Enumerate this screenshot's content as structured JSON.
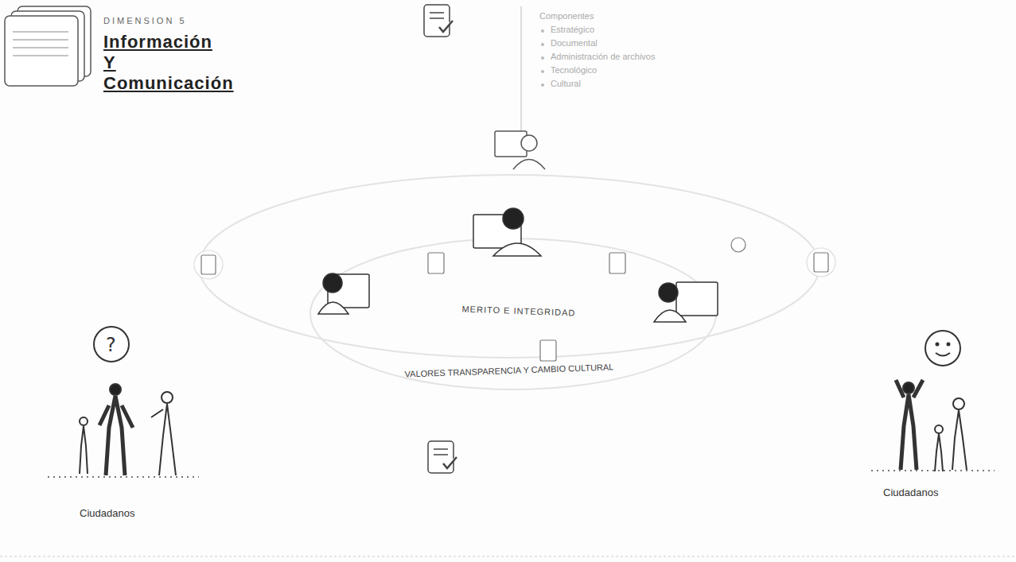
{
  "diagram": {
    "title": "Información Y Comunicación",
    "labels": [
      "DIMENSION 5",
      "Componentes",
      "Estratégico",
      "Documental",
      "Administración de archivos",
      "Tecnológico",
      "Cultural",
      "MERITO E INTEGRIDAD",
      "VALORES TRANSPARENCIA Y CAMBIO CULTURAL",
      "Ciudadanos",
      "Ciudadanos"
    ]
  }
}
